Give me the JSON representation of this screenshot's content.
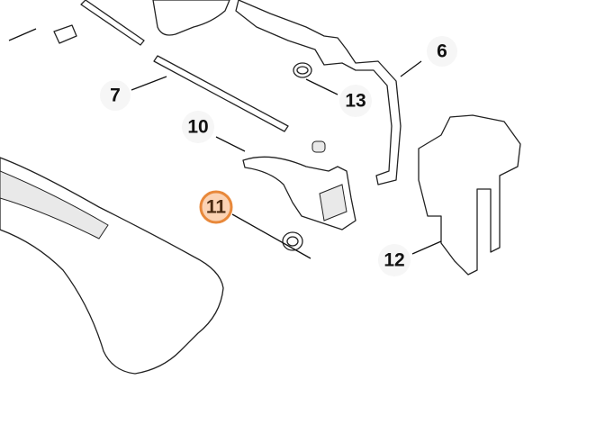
{
  "diagram": {
    "callouts": [
      {
        "id": "6",
        "label": "6",
        "highlighted": false
      },
      {
        "id": "7",
        "label": "7",
        "highlighted": false
      },
      {
        "id": "10",
        "label": "10",
        "highlighted": false
      },
      {
        "id": "11",
        "label": "11",
        "highlighted": true
      },
      {
        "id": "12",
        "label": "12",
        "highlighted": false
      },
      {
        "id": "13",
        "label": "13",
        "highlighted": false
      }
    ],
    "colors": {
      "highlight_fill": "#fbd3b4",
      "highlight_stroke": "#e8883a",
      "highlight_text": "#4a2a10"
    }
  }
}
